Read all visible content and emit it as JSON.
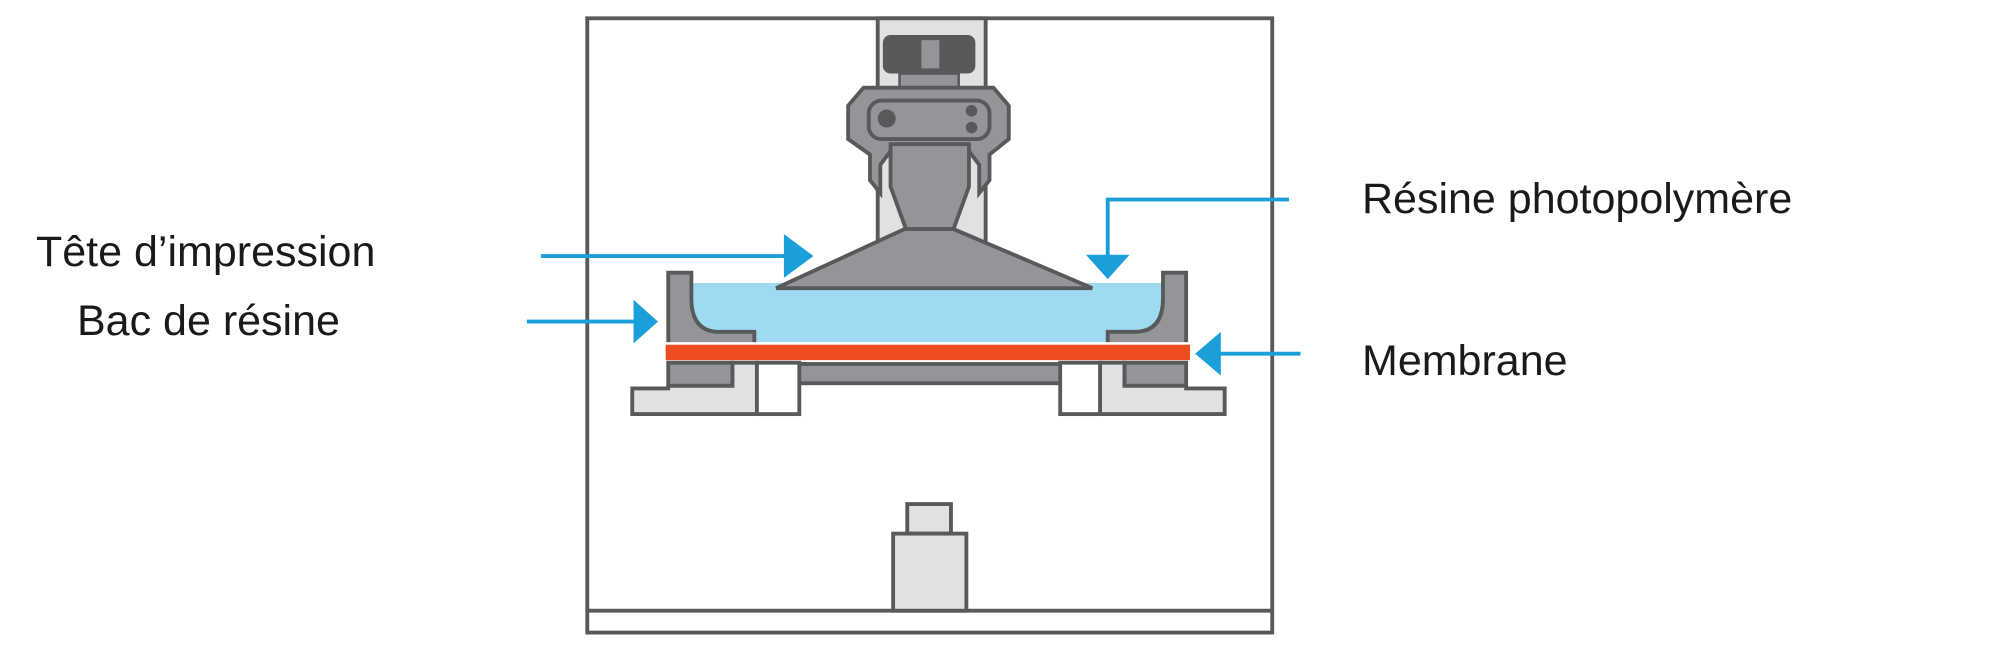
{
  "labels": {
    "print_head": "Tête d’impression",
    "resin_tank": "Bac de résine",
    "photopolymer_resin": "Résine photopolymère",
    "membrane": "Membrane"
  },
  "colors": {
    "arrow": "#1a9fdb",
    "resin": "#9fdaf2",
    "membrane": "#ee4d22",
    "frame": "#58595b",
    "part_gray": "#939598",
    "light_gray": "#dfe1e2"
  }
}
